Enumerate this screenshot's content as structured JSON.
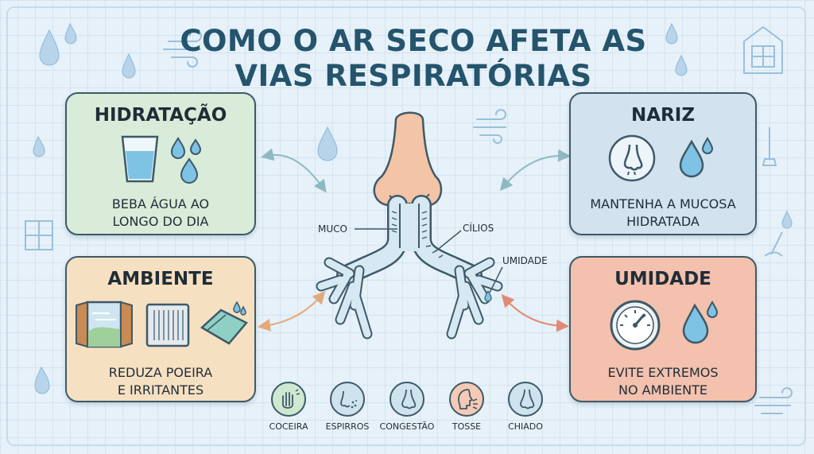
{
  "title": {
    "line1": "COMO O AR SECO AFETA AS",
    "line2": "VIAS RESPIRATÓRIAS"
  },
  "cards": {
    "hidratacao": {
      "title": "HIDRATAÇÃO",
      "line1": "BEBA ÁGUA AO",
      "line2": "LONGO DO DIA",
      "color": "#d9ecd9",
      "icons": [
        "glass-of-water-icon",
        "water-drops-icon"
      ]
    },
    "nariz": {
      "title": "NARIZ",
      "line1": "MANTENHA A MUCOSA",
      "line2": "HIDRATADA",
      "color": "#d3e2ef",
      "icons": [
        "nose-icon",
        "water-drops-icon"
      ]
    },
    "ambiente": {
      "title": "AMBIENTE",
      "line1": "REDUZA POEIRA",
      "line2": "E IRRITANTES",
      "color": "#f6e0c2",
      "icons": [
        "open-window-icon",
        "air-filter-icon",
        "damp-cloth-icon"
      ]
    },
    "umidade": {
      "title": "UMIDADE",
      "line1": "EVITE EXTREMOS",
      "line2": "NO AMBIENTE",
      "color": "#f3c1ad",
      "icons": [
        "hygrometer-gauge-icon",
        "water-drops-icon"
      ]
    }
  },
  "airway_labels": {
    "muco": "MUCO",
    "cilios": "CÍLIOS",
    "umidade": "UMIDADE"
  },
  "symptoms": [
    {
      "label": "COCEIRA",
      "icon": "itching-hand-icon",
      "color": "#cfe8d2"
    },
    {
      "label": "ESPIRROS",
      "icon": "sneeze-icon",
      "color": "#cfe3ee"
    },
    {
      "label": "CONGESTÃO",
      "icon": "nose-icon",
      "color": "#cfe3ee"
    },
    {
      "label": "TOSSE",
      "icon": "cough-icon",
      "color": "#f4c9b5"
    },
    {
      "label": "CHIADO",
      "icon": "wheeze-icon",
      "color": "#cfe3ee"
    }
  ]
}
